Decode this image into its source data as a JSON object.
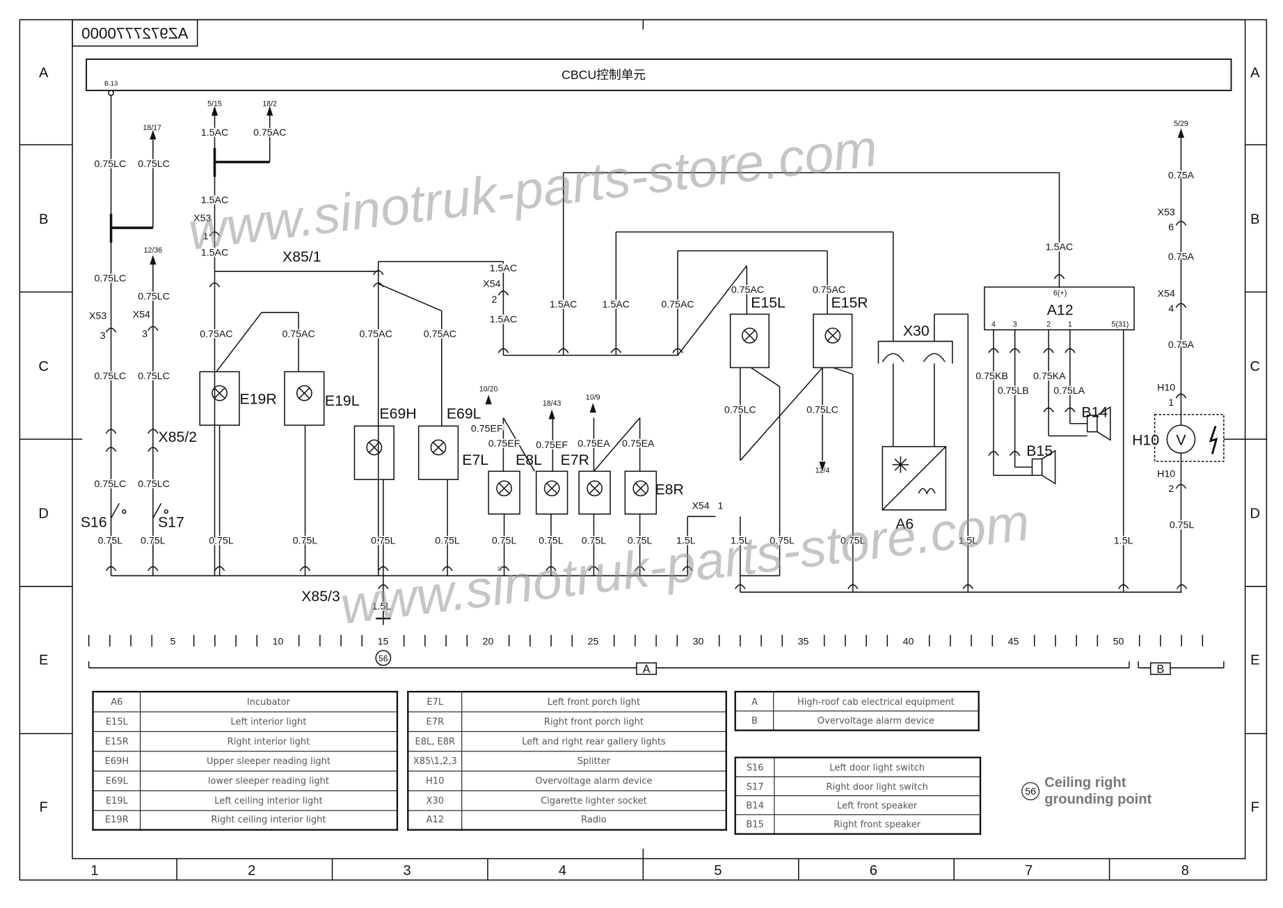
{
  "drawing_number": "AZ9727770000",
  "control_unit": {
    "label": "CBCU控制单元",
    "pin": "B.13"
  },
  "frame": {
    "rows": [
      "A",
      "B",
      "C",
      "D",
      "E",
      "F"
    ],
    "columns": [
      "1",
      "2",
      "3",
      "4",
      "5",
      "6",
      "7",
      "8"
    ]
  },
  "references": [
    "18/17",
    "5/15",
    "18/2",
    "12/36",
    "10/20",
    "18/43",
    "10/9",
    "12/4",
    "5/29"
  ],
  "wire_labels": [
    "0.75LC",
    "0.75LC",
    "0.75LC",
    "0.75LC",
    "0.75LC",
    "0.75LC",
    "0.75LC",
    "0.75LC",
    "1.5AC",
    "0.75AC",
    "1.5AC",
    "1.5AC",
    "0.75AC",
    "0.75AC",
    "0.75AC",
    "0.75AC",
    "1.5AC",
    "1.5AC",
    "1.5AC",
    "1.5AC",
    "0.75AC",
    "0.75AC",
    "0.75AC",
    "0.75EF",
    "0.75EF",
    "0.75EF",
    "0.75EA",
    "0.75EA",
    "0.75LC",
    "0.75LC",
    "1.5AC",
    "0.75KB",
    "0.75LB",
    "0.75KA",
    "0.75LA",
    "0.75A",
    "0.75A",
    "0.75A",
    "0.75L",
    "0.75L",
    "0.75L",
    "0.75L",
    "0.75L",
    "0.75L",
    "0.75L",
    "0.75L",
    "0.75L",
    "0.75L",
    "0.75L",
    "0.75L",
    "0.75L",
    "1.5L",
    "1.5L",
    "1.5L",
    "1.5L",
    "1.5L"
  ],
  "connectors": [
    "X53",
    "3",
    "X54",
    "3",
    "X53",
    "1",
    "X54",
    "2",
    "X85/1",
    "X85/2",
    "X85/3",
    "X54",
    "1",
    "X30",
    "X53",
    "6",
    "X54",
    "4",
    "H10",
    "1",
    "H10",
    "2"
  ],
  "components": [
    "E19R",
    "E19L",
    "E69H",
    "E69L",
    "E7L",
    "E8L",
    "E7R",
    "E8R",
    "E15L",
    "E15R",
    "A6",
    "A12",
    "B14",
    "B15",
    "H10",
    "S16",
    "S17"
  ],
  "a12_pins": [
    "6(+)",
    "4",
    "3",
    "2",
    "1",
    "5(31)"
  ],
  "voltmeter_symbol": "V",
  "scale": {
    "labels": [
      "5",
      "10",
      "15",
      "20",
      "25",
      "30",
      "35",
      "40",
      "45",
      "50"
    ],
    "sections": [
      "A",
      "B"
    ]
  },
  "ground": {
    "id": "56"
  },
  "watermark": "www.sinotruk-parts-store.com",
  "legend_tables": [
    {
      "rows": [
        [
          "A6",
          "Incubator"
        ],
        [
          "E15L",
          "Left interior light"
        ],
        [
          "E15R",
          "Right interior light"
        ],
        [
          "E69H",
          "Upper sleeper reading light"
        ],
        [
          "E69L",
          "lower sleeper reading light"
        ],
        [
          "E19L",
          "Left ceiling interior light"
        ],
        [
          "E19R",
          "Right ceiling interior light"
        ]
      ]
    },
    {
      "rows": [
        [
          "E7L",
          "Left front porch light"
        ],
        [
          "E7R",
          "Right front porch light"
        ],
        [
          "E8L, E8R",
          "Left and right rear gallery lights"
        ],
        [
          "X85\\1,2,3",
          "Splitter"
        ],
        [
          "H10",
          "Overvoltage alarm device"
        ],
        [
          "X30",
          "Cigarette lighter socket"
        ],
        [
          "A12",
          "Radio"
        ]
      ]
    },
    {
      "rows": [
        [
          "A",
          "High-roof cab electrical equipment"
        ],
        [
          "B",
          "Overvoltage alarm device"
        ]
      ]
    },
    {
      "rows": [
        [
          "S16",
          "Left door light switch"
        ],
        [
          "S17",
          "Right door light switch"
        ],
        [
          "B14",
          "Left front speaker"
        ],
        [
          "B15",
          "Right front speaker"
        ]
      ]
    }
  ],
  "ground_note": {
    "id": "56",
    "line1": "Ceiling right",
    "line2": "grounding point"
  }
}
